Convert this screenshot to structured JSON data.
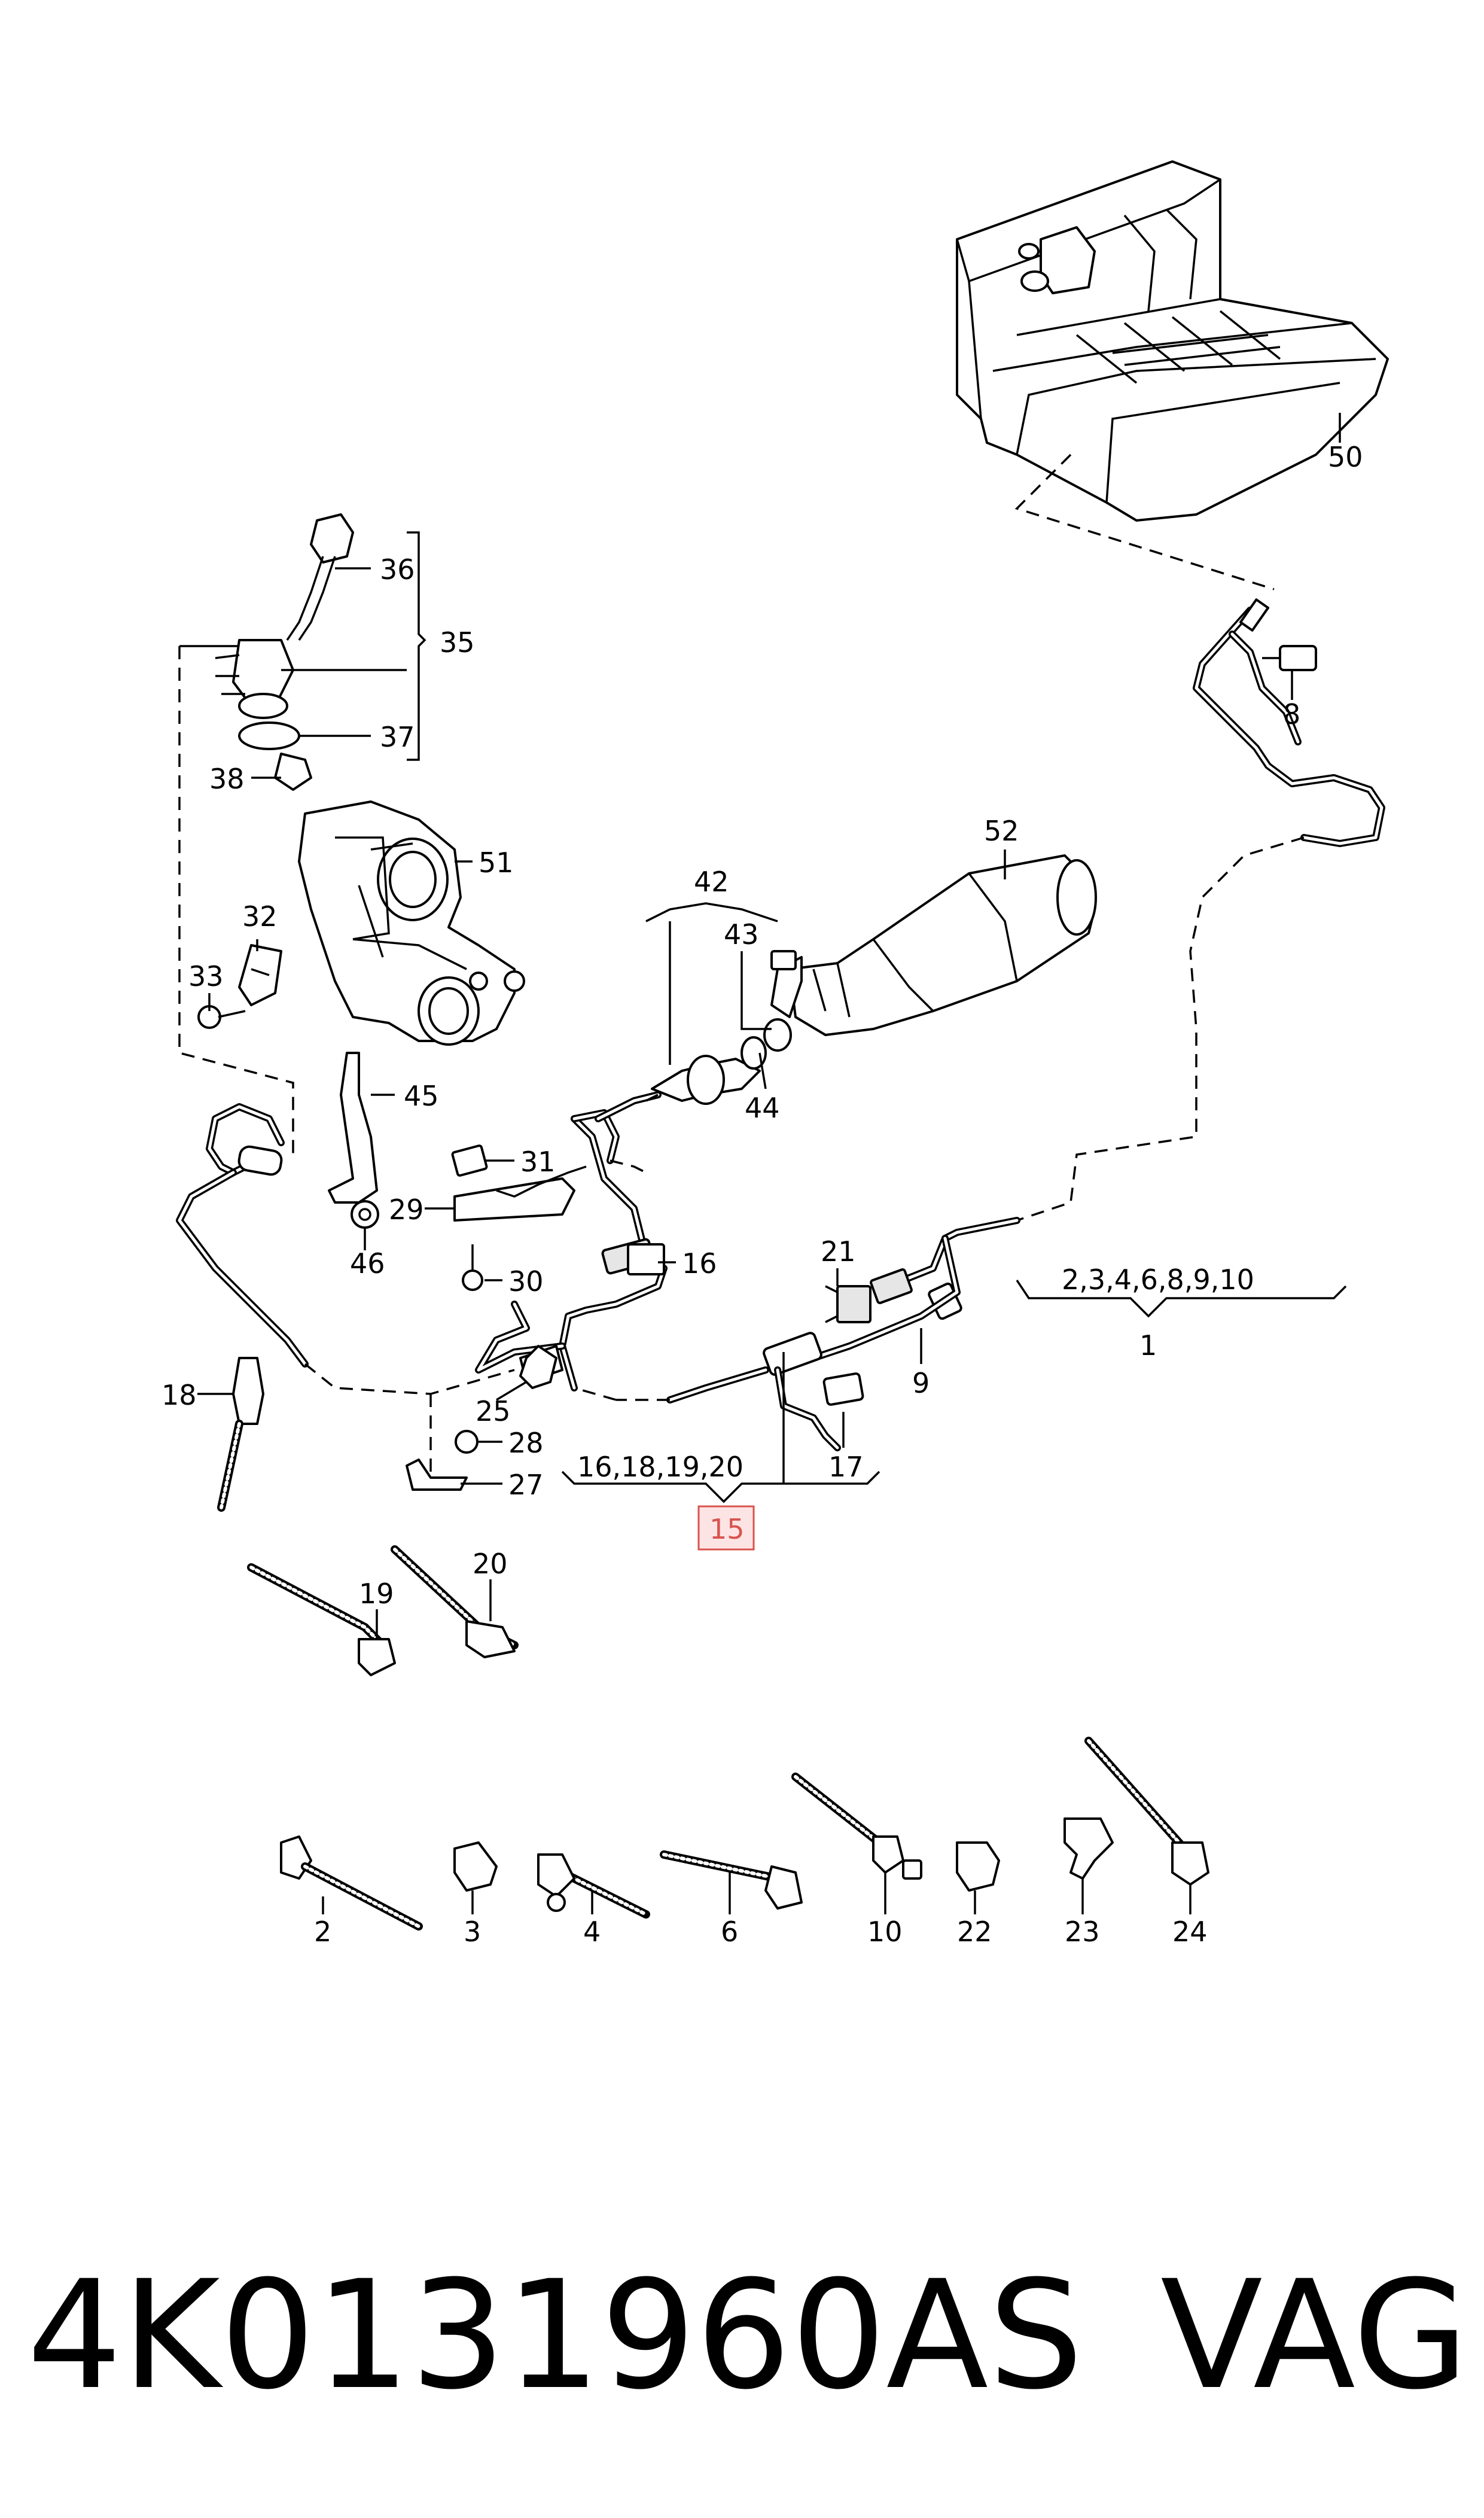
{
  "callouts": [
    {
      "id": "c50",
      "label": "50"
    },
    {
      "id": "c8",
      "label": "8"
    },
    {
      "id": "c36",
      "label": "36"
    },
    {
      "id": "c35",
      "label": "35"
    },
    {
      "id": "c37",
      "label": "37"
    },
    {
      "id": "c38",
      "label": "38"
    },
    {
      "id": "c51",
      "label": "51"
    },
    {
      "id": "c52",
      "label": "52"
    },
    {
      "id": "c32",
      "label": "32"
    },
    {
      "id": "c33",
      "label": "33"
    },
    {
      "id": "c42",
      "label": "42"
    },
    {
      "id": "c43",
      "label": "43"
    },
    {
      "id": "c44",
      "label": "44"
    },
    {
      "id": "c45",
      "label": "45"
    },
    {
      "id": "c31",
      "label": "31"
    },
    {
      "id": "c29",
      "label": "29"
    },
    {
      "id": "c46",
      "label": "46"
    },
    {
      "id": "c30",
      "label": "30"
    },
    {
      "id": "c16",
      "label": "16"
    },
    {
      "id": "c21",
      "label": "21"
    },
    {
      "id": "c1list",
      "label": "2,3,4,6,8,9,10"
    },
    {
      "id": "c1",
      "label": "1"
    },
    {
      "id": "c18",
      "label": "18"
    },
    {
      "id": "c25",
      "label": "25"
    },
    {
      "id": "c9",
      "label": "9"
    },
    {
      "id": "c28",
      "label": "28"
    },
    {
      "id": "c27",
      "label": "27"
    },
    {
      "id": "c15list",
      "label": "16,18,19,20"
    },
    {
      "id": "c17",
      "label": "17"
    },
    {
      "id": "c19",
      "label": "19"
    },
    {
      "id": "c20",
      "label": "20"
    },
    {
      "id": "c2",
      "label": "2"
    },
    {
      "id": "c3",
      "label": "3"
    },
    {
      "id": "c4",
      "label": "4"
    },
    {
      "id": "c6",
      "label": "6"
    },
    {
      "id": "c10",
      "label": "10"
    },
    {
      "id": "c22",
      "label": "22"
    },
    {
      "id": "c23",
      "label": "23"
    },
    {
      "id": "c24",
      "label": "24"
    }
  ],
  "highlight": {
    "label": "15",
    "color": "#d9534f",
    "fill": "#fde4e4"
  },
  "footer": {
    "part_number": "4K0131960AS",
    "brand": "VAG"
  }
}
